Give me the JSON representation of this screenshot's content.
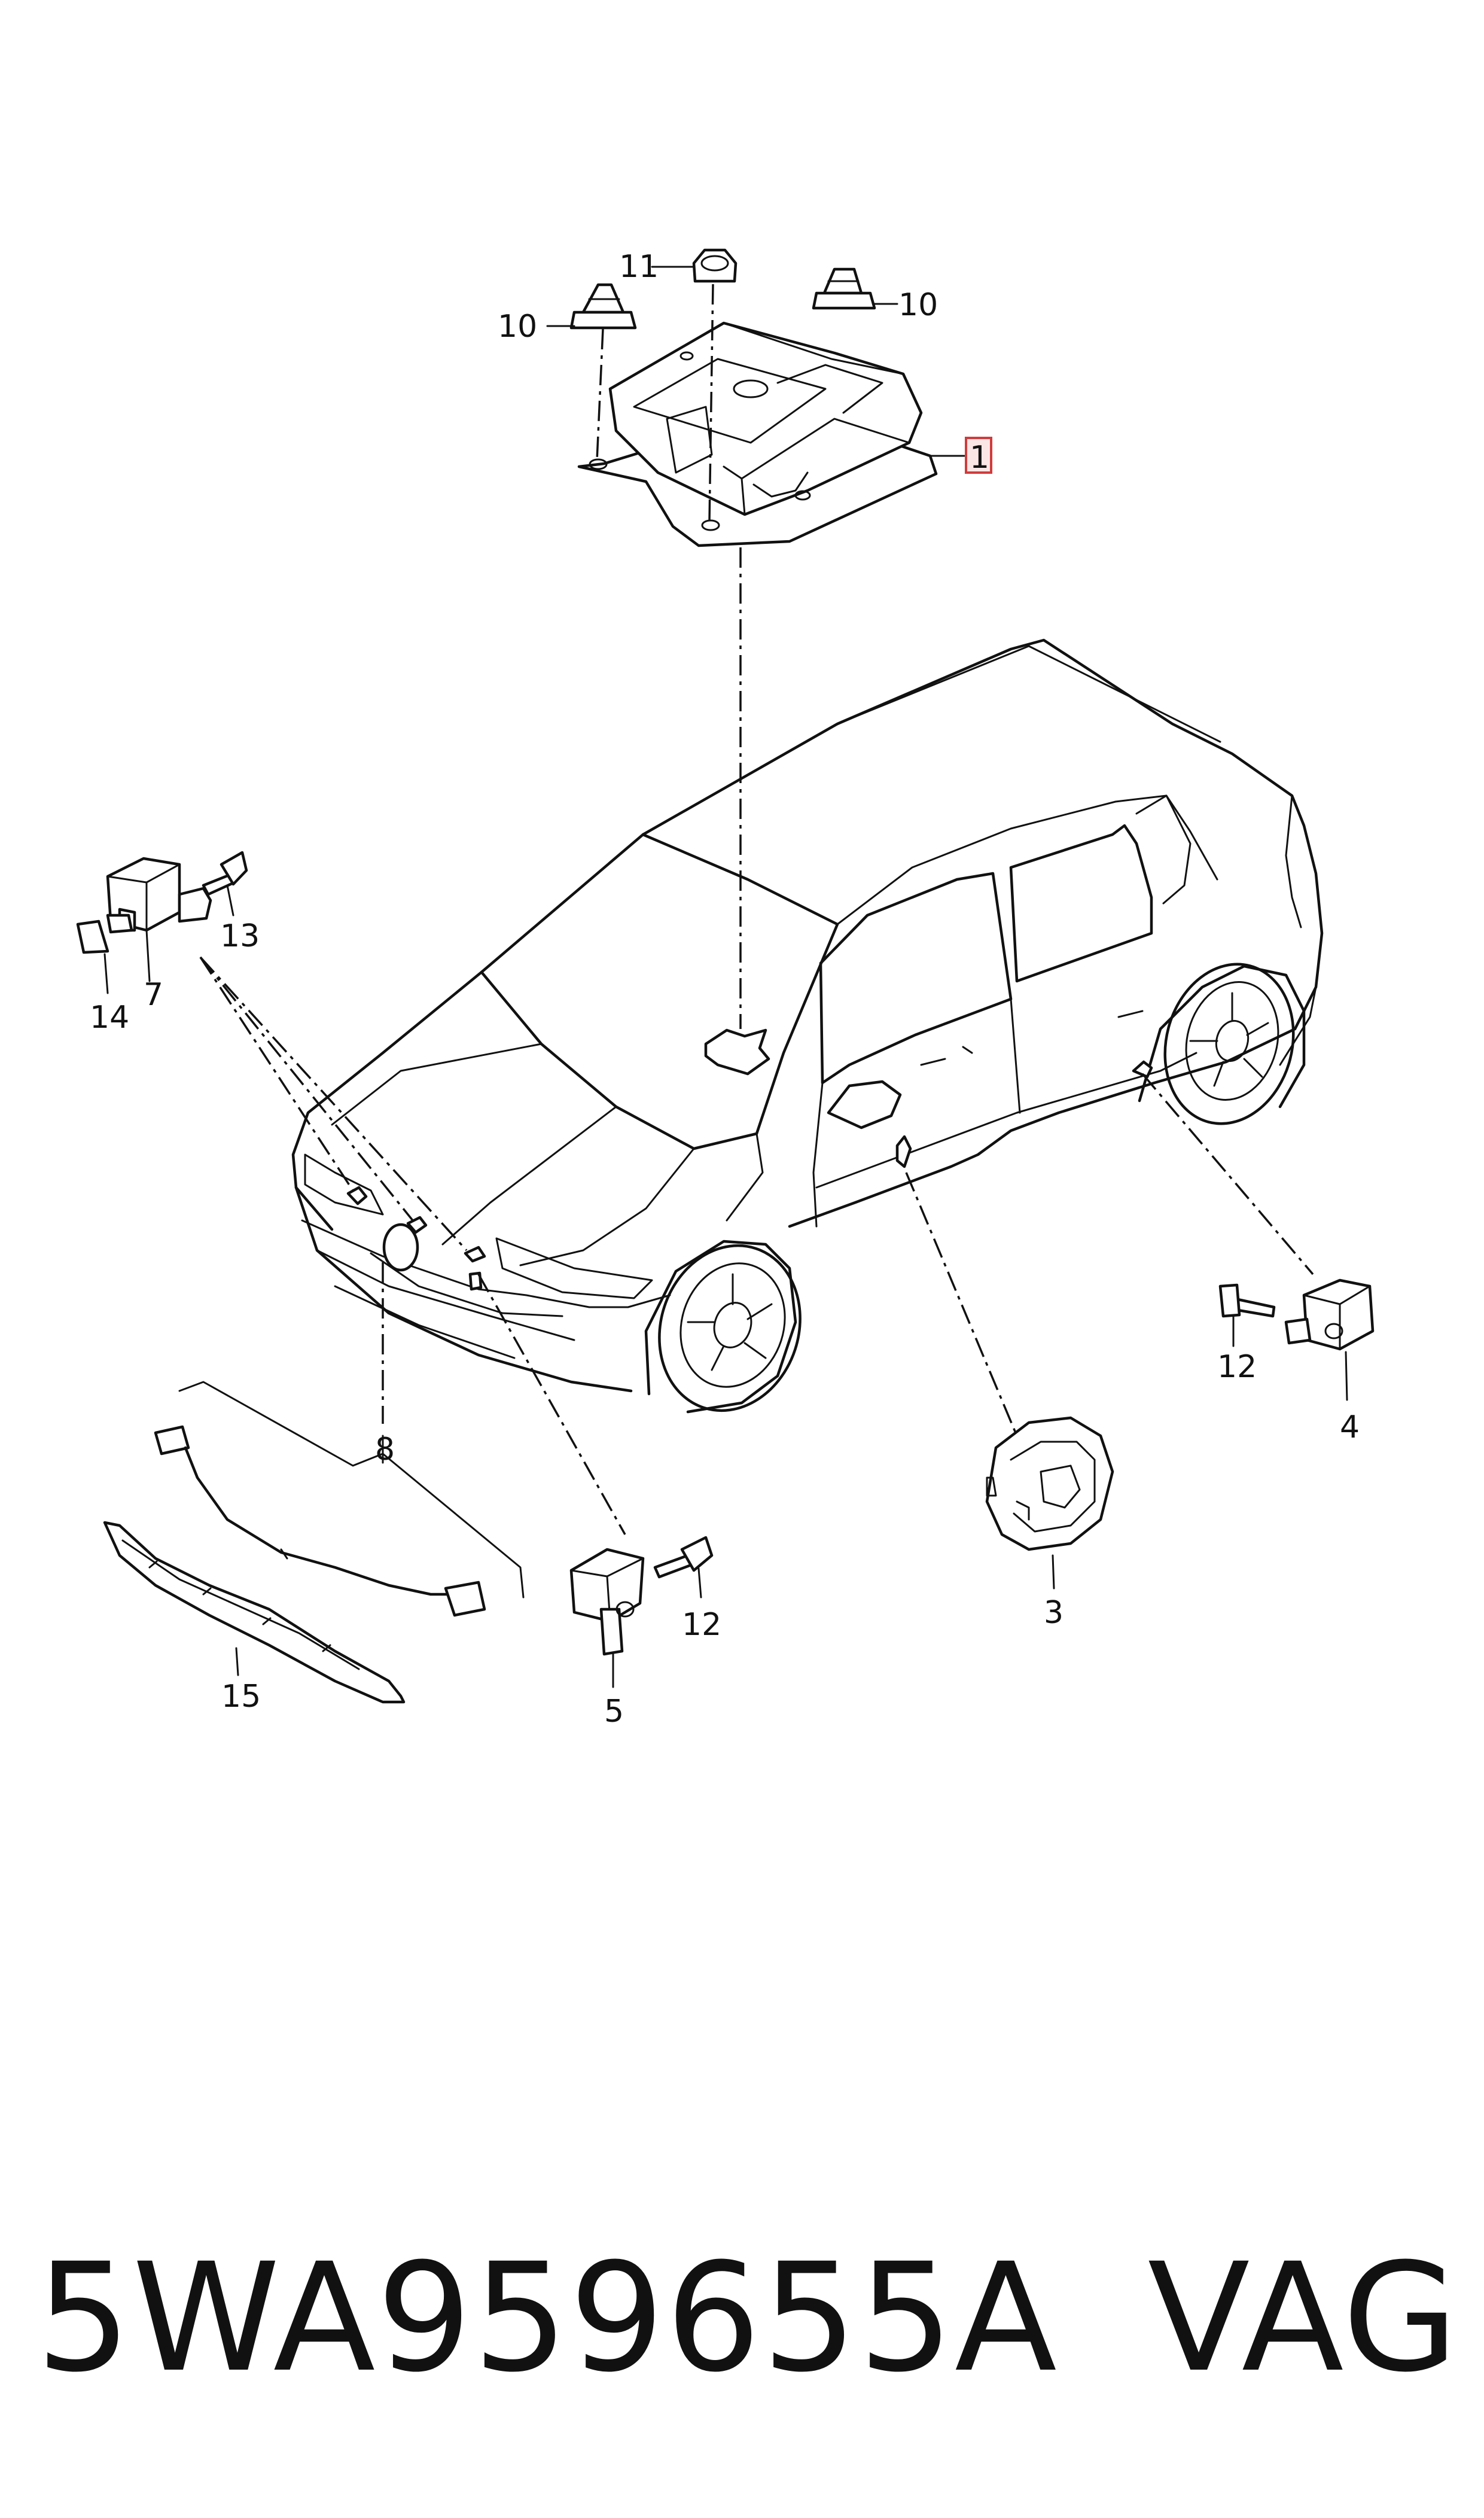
{
  "callouts": {
    "c1": "1",
    "c3": "3",
    "c4": "4",
    "c5": "5",
    "c7": "7",
    "c8": "8",
    "c10a": "10",
    "c10b": "10",
    "c11": "11",
    "c12a": "12",
    "c12b": "12",
    "c13": "13",
    "c14": "14",
    "c15": "15"
  },
  "highlighted_callout": "1",
  "footer": {
    "part_number": "5WA959655A",
    "brand": "VAG"
  },
  "colors": {
    "line": "#111111",
    "highlight_border": "#d23b3b",
    "highlight_fill": "#fbe6e6"
  }
}
